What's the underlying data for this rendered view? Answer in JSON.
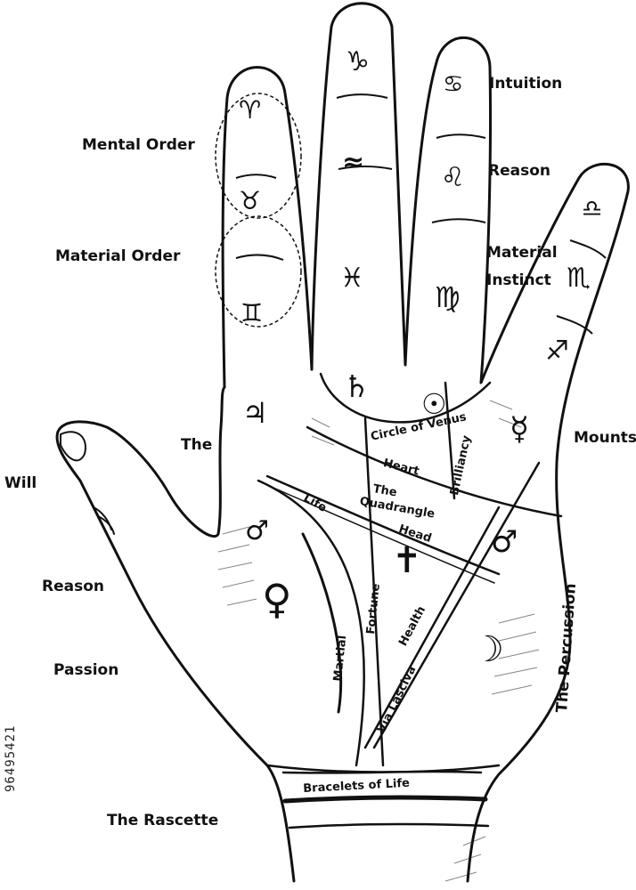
{
  "labels": {
    "mental_order": "Mental Order",
    "material_order": "Material Order",
    "intuition": "Intuition",
    "reason_finger": "Reason",
    "material_instinct_1": "Material",
    "material_instinct_2": "Instinct",
    "the": "The",
    "mounts": "Mounts",
    "will": "Will",
    "reason_thumb": "Reason",
    "passion": "Passion",
    "the_rascette": "The Rascette",
    "circle_of_venus": "Circle of Venus",
    "heart": "Heart",
    "brilliancy": "Brilliancy",
    "the_quadrangle_1": "The",
    "the_quadrangle_2": "Quadrangle",
    "life": "Life",
    "head": "Head",
    "fortune": "Fortune",
    "health": "Health",
    "martial": "Martial",
    "via_lasciva": "Via Lasciva",
    "the_percussion": "The Percussion",
    "bracelets_of_life": "Bracelets of Life"
  },
  "symbols": {
    "aries": "♈",
    "taurus": "♉",
    "gemini": "♊",
    "capricorn": "♑",
    "aquarius": "≈",
    "pisces": "♓",
    "cancer": "♋",
    "leo": "♌",
    "virgo": "♍",
    "libra": "♎",
    "scorpio": "♏",
    "sagittarius": "♐",
    "jupiter": "♃",
    "saturn": "♄",
    "sun": "☉",
    "mercury": "☿",
    "mars_upper": "♂",
    "mars_lower": "♂",
    "venus": "♀",
    "moon": "☽",
    "cross": "✝"
  },
  "watermark": {
    "id": "96495421"
  }
}
